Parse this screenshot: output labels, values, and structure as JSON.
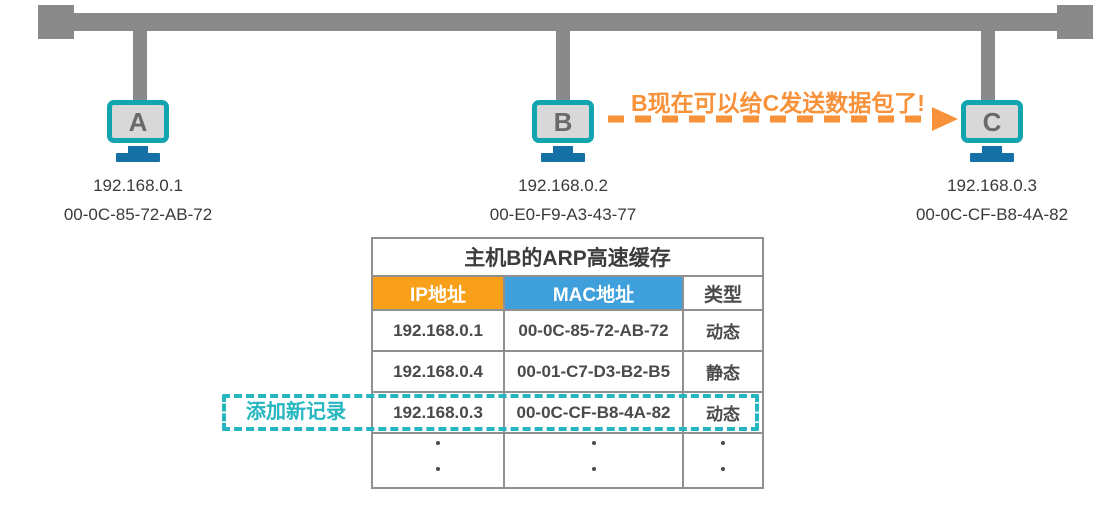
{
  "hosts": [
    {
      "label": "A",
      "ip": "192.168.0.1",
      "mac": "00-0C-85-72-AB-72"
    },
    {
      "label": "B",
      "ip": "192.168.0.2",
      "mac": "00-E0-F9-A3-43-77"
    },
    {
      "label": "C",
      "ip": "192.168.0.3",
      "mac": "00-0C-CF-B8-4A-82"
    }
  ],
  "annotation": {
    "text": "B现在可以给C发送数据包了!",
    "color": "#F8923A",
    "from_host": "B",
    "to_host": "C"
  },
  "arp_table": {
    "title": "主机B的ARP高速缓存",
    "columns": [
      {
        "label": "IP地址",
        "header_bg": "#F9A01B"
      },
      {
        "label": "MAC地址",
        "header_bg": "#3FA0DC"
      },
      {
        "label": "类型",
        "header_bg": "#FFFFFF"
      }
    ],
    "rows": [
      {
        "ip": "192.168.0.1",
        "mac": "00-0C-85-72-AB-72",
        "type": "动态"
      },
      {
        "ip": "192.168.0.4",
        "mac": "00-01-C7-D3-B2-B5",
        "type": "静态"
      },
      {
        "ip": "192.168.0.3",
        "mac": "00-0C-CF-B8-4A-82",
        "type": "动态"
      }
    ],
    "continuation": {
      "columns": 3,
      "dots_per_column": 2
    }
  },
  "callout": {
    "label": "添加新记录",
    "color": "#25B6BF"
  },
  "colors": {
    "bus_gray": "#8A8A8A",
    "monitor_border_teal": "#12A5B0",
    "monitor_screen": "#D8D8D8",
    "stand_blue": "#1571A5",
    "accent_orange": "#F8923A",
    "table_border": "#909090",
    "text_dark": "#3A3A3A"
  }
}
